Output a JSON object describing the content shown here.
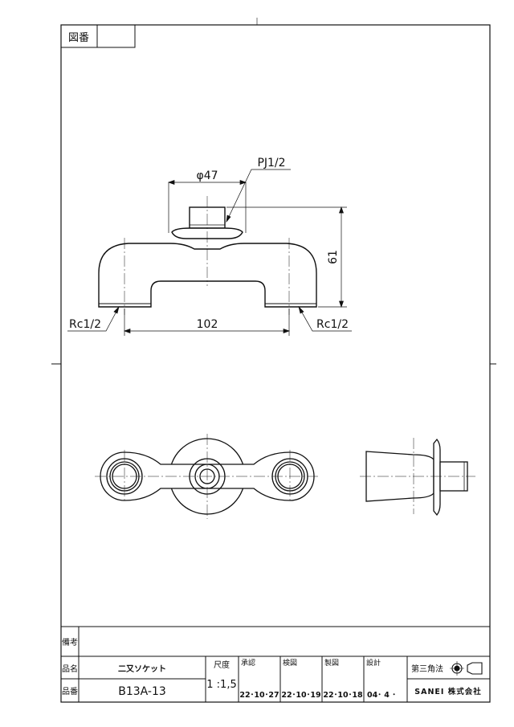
{
  "header": {
    "drawing_number_label": "図番",
    "drawing_number_value": ""
  },
  "dimensions": {
    "flange_diameter": "φ47",
    "thread_top": "PJ1/2",
    "height": "61",
    "width": "102",
    "thread_left": "Rc1/2",
    "thread_right": "Rc1/2"
  },
  "title_block": {
    "remarks_label": "備考",
    "remarks_value": "",
    "product_name_label": "品名",
    "product_name": "二又ソケット",
    "part_number_label": "品番",
    "part_number": "B13A-13",
    "scale_label": "尺度",
    "scale_value": "1 :1,5",
    "approved_label": "承認",
    "approved_date": "22･10･27",
    "checked_label": "検図",
    "checked_date": "22･10･19",
    "drawn_label": "製図",
    "drawn_date": "22･10･18",
    "designed_label": "設計",
    "designed_date": "04･ 4 ･",
    "projection_label": "第三角法",
    "company": "SANEI 株式会社"
  }
}
